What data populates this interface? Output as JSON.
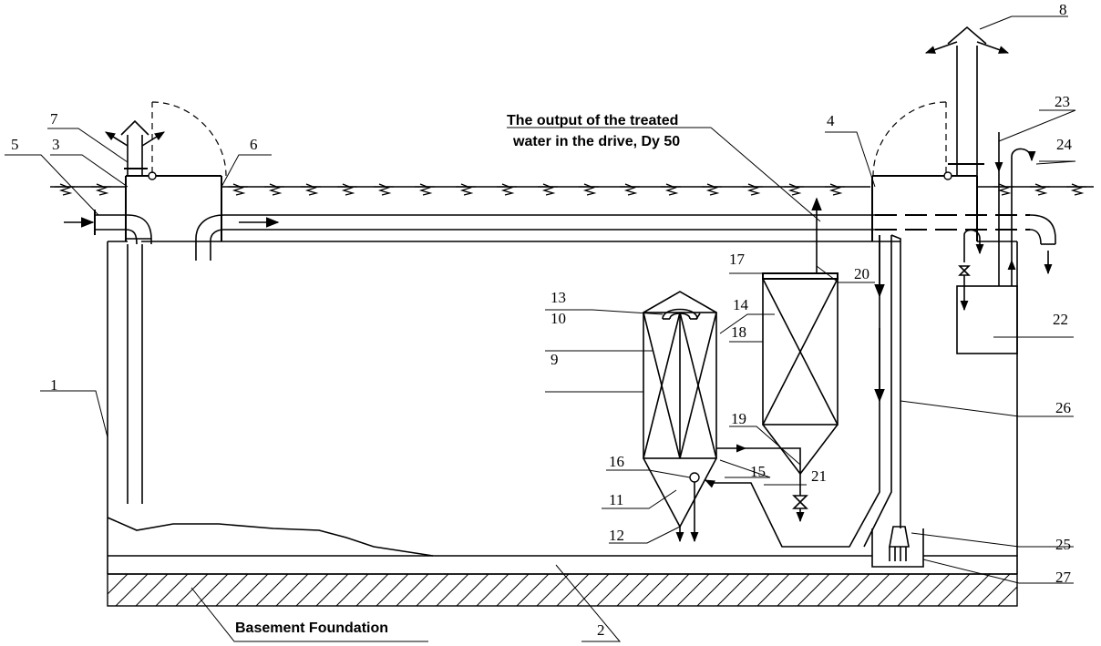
{
  "captions": {
    "output_line1": "The output of the treated",
    "output_line2": "water in the drive, Dy 50",
    "foundation": "Basement Foundation"
  },
  "labels": [
    "1",
    "2",
    "3",
    "4",
    "5",
    "6",
    "7",
    "8",
    "9",
    "10",
    "11",
    "12",
    "13",
    "14",
    "15",
    "16",
    "17",
    "18",
    "19",
    "20",
    "21",
    "22",
    "23",
    "24",
    "25",
    "26",
    "27"
  ]
}
